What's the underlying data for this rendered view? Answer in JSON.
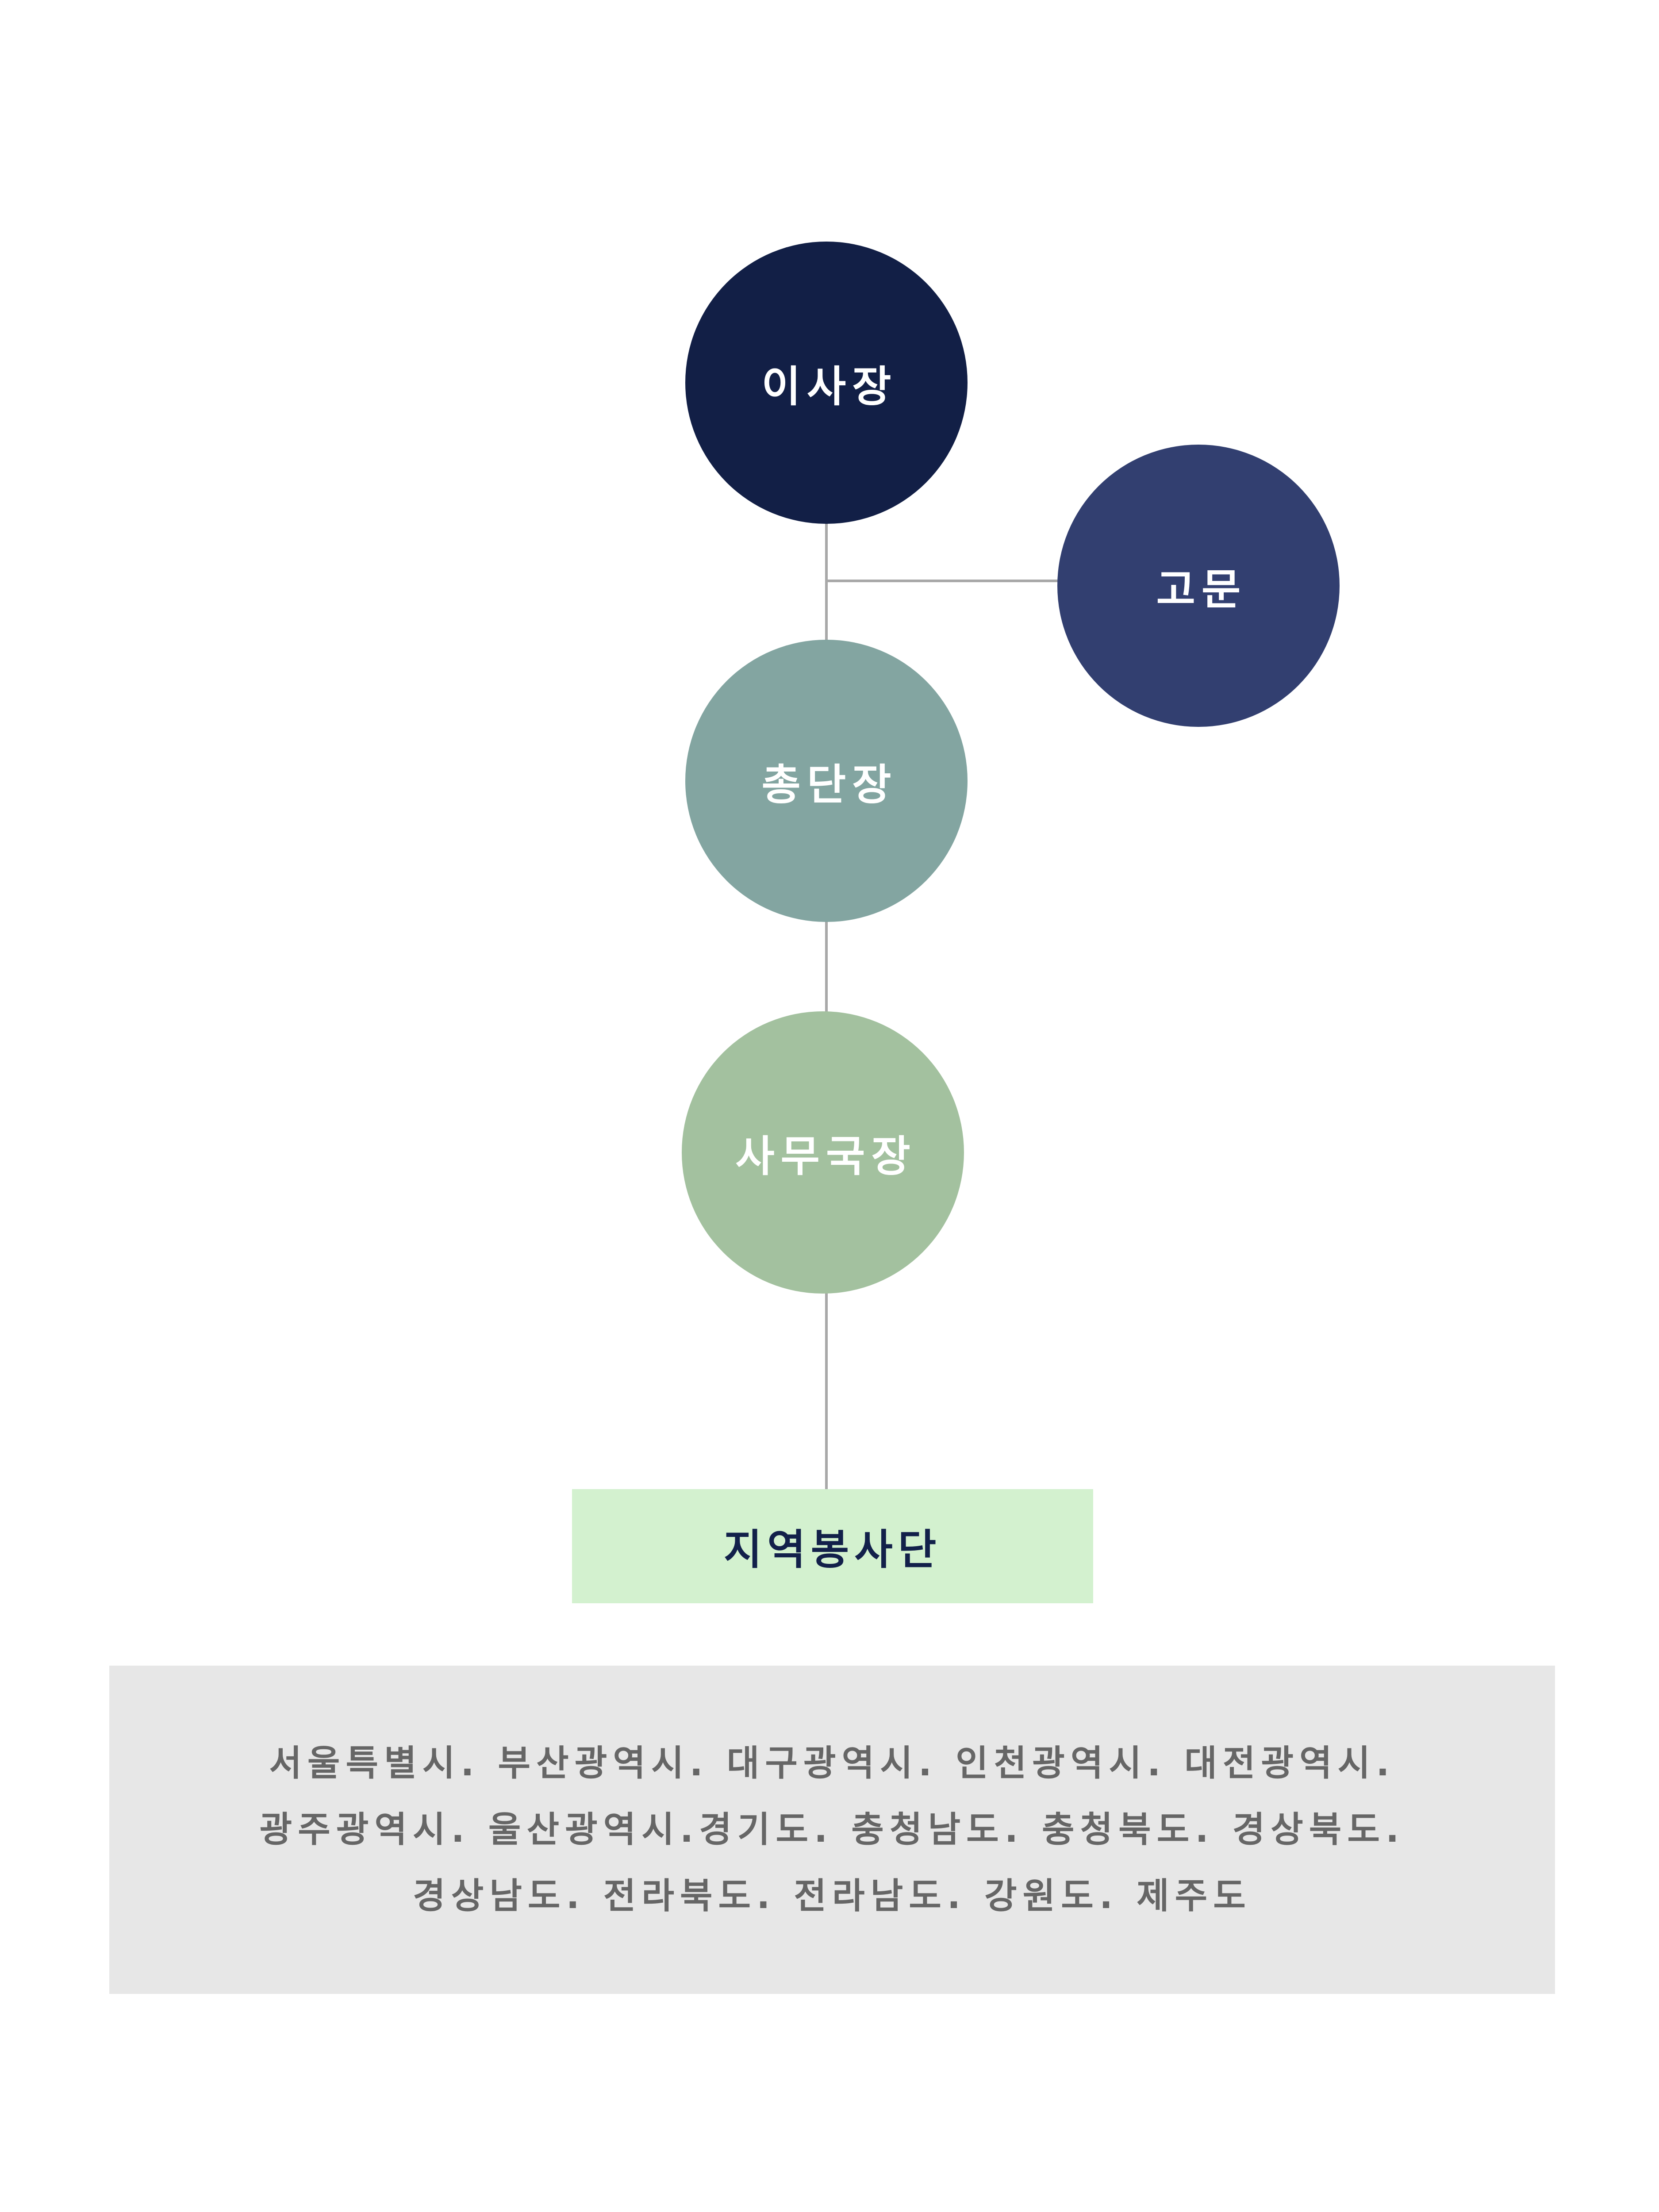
{
  "org_chart": {
    "nodes": {
      "chairman": {
        "label": "이사장",
        "color": "#121f46"
      },
      "advisor": {
        "label": "고문",
        "color": "#323f70"
      },
      "general_leader": {
        "label": "총단장",
        "color": "#83a5a1"
      },
      "secretary_general": {
        "label": "사무국장",
        "color": "#a3c19f"
      }
    },
    "unit_box": {
      "label": "지역봉사단",
      "color": "#d3f1cf"
    },
    "regions": {
      "line1": "서울특별시. 부산광역시. 대구광역시. 인천광역시. 대전광역시.",
      "line2": "광주광역시. 울산광역시.경기도. 충청남도. 충청북도. 경상북도.",
      "line3": "경상남도. 전라북도. 전라남도. 강원도. 제주도"
    },
    "connector_color": "#a8a8a8"
  }
}
